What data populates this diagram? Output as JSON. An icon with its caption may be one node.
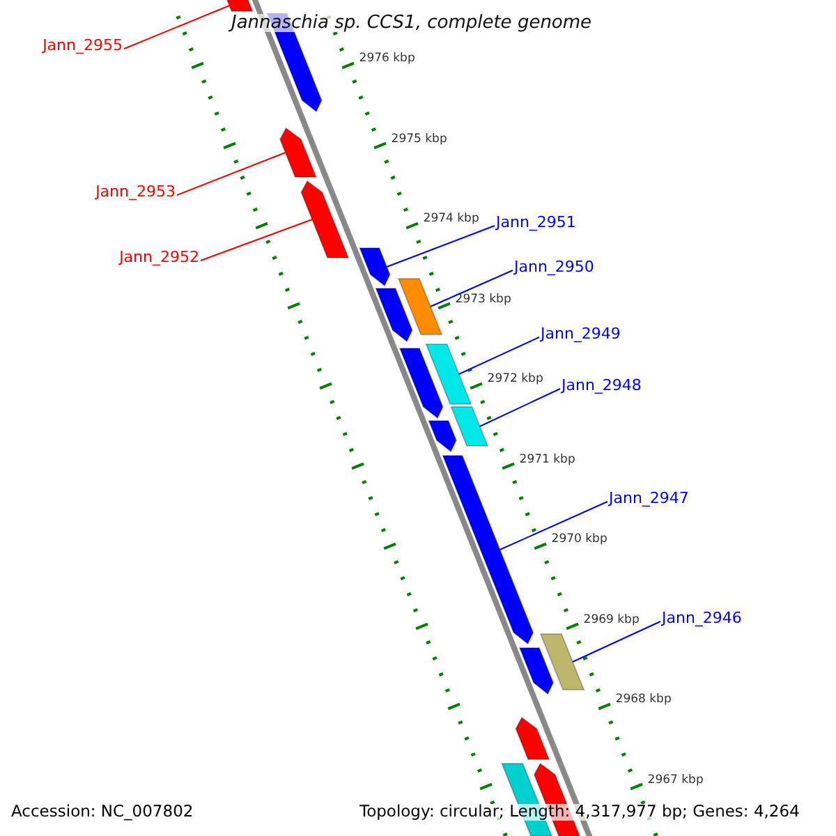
{
  "diagram": {
    "title": "Jannaschia sp. CCS1, complete genome",
    "nodes": [
      {
        "text": [
          "Jann_2955"
        ]
      },
      {
        "text": [
          "Jann_2953"
        ]
      },
      {
        "text": [
          "Jann_2951"
        ]
      },
      {
        "text": [
          "Jann_2952"
        ]
      },
      {
        "text": [
          "Jann_2950"
        ]
      },
      {
        "text": [
          "Jann_2949"
        ]
      },
      {
        "text": [
          "Jann_2948"
        ]
      },
      {
        "text": [
          "Jann_2947"
        ]
      },
      {
        "text": [
          "Jann_2946"
        ]
      },
      {
        "text": [],
        "shape": "arrow"
      },
      {
        "text": [],
        "shape": "arrow"
      },
      {
        "text": [],
        "shape": "arrow"
      },
      {
        "text": [],
        "shape": "arrow"
      },
      {
        "text": [],
        "shape": "arrow"
      },
      {
        "text": [],
        "shape": "box"
      },
      {
        "text": [],
        "shape": "arrow"
      },
      {
        "text": [],
        "shape": "box"
      },
      {
        "text": [],
        "shape": "arrow"
      },
      {
        "text": [],
        "shape": "box"
      },
      {
        "text": [],
        "shape": "arrow"
      },
      {
        "text": [],
        "shape": "arrow"
      },
      {
        "text": [],
        "shape": "box"
      },
      {
        "text": [],
        "shape": "arrow"
      },
      {
        "text": [],
        "shape": "arrow"
      },
      {
        "text": [],
        "shape": "box"
      },
      {
        "text": [],
        "shape": "arrow"
      }
    ],
    "edges": [
      {
        "from": 0,
        "to": 9,
        "arrow": "none",
        "color": "#ff0000"
      },
      {
        "from": 1,
        "to": 11,
        "arrow": "none",
        "color": "#ff0000"
      },
      {
        "from": 2,
        "to": 13,
        "arrow": "none"
      },
      {
        "from": 3,
        "to": 12,
        "arrow": "none",
        "color": "#ff0000"
      },
      {
        "from": 4,
        "to": 14,
        "arrow": "none"
      },
      {
        "from": 5,
        "to": 16,
        "arrow": "none"
      },
      {
        "from": 6,
        "to": 18,
        "arrow": "none"
      },
      {
        "from": 7,
        "to": 20,
        "arrow": "none"
      },
      {
        "from": 8,
        "to": 21,
        "arrow": "none"
      }
    ],
    "labels": [
      "2976 kbp",
      "2975 kbp",
      "2974 kbp",
      "2973 kbp",
      "2972 kbp",
      "2971 kbp",
      "2970 kbp",
      "2969 kbp",
      "2968 kbp",
      "2967 kbp",
      "Accession: NC_007802",
      "Topology: circular; Length: 4,317,977 bp; Genes: 4,264"
    ]
  }
}
